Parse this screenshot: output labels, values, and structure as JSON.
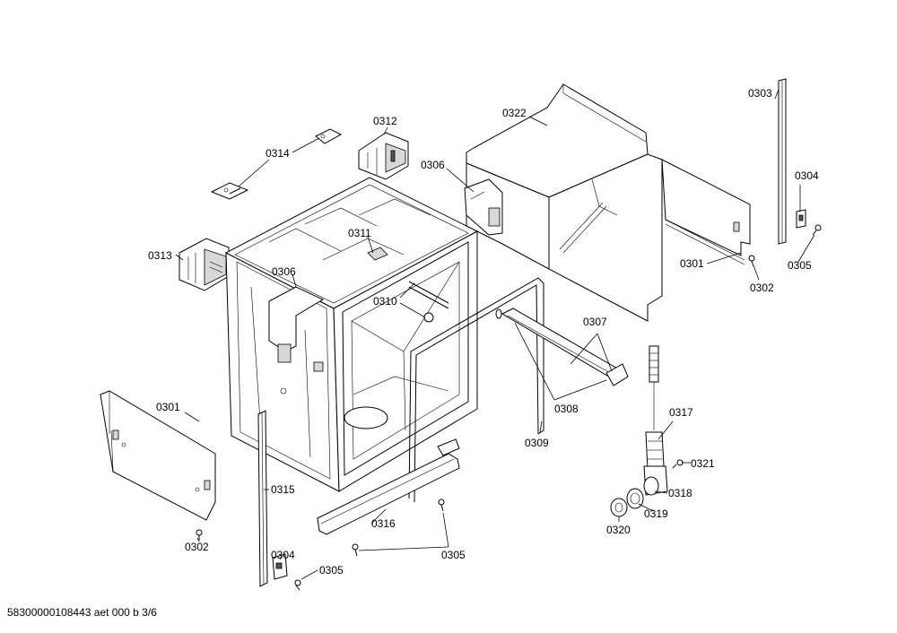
{
  "footer": {
    "doc_id": "58300000108443 aet 000 b 3/6"
  },
  "labels": {
    "l0303": "0303",
    "l0304a": "0304",
    "l0305a": "0305",
    "l0302a": "0302",
    "l0301a": "0301",
    "l0322": "0322",
    "l0312": "0312",
    "l0314": "0314",
    "l0306a": "0306",
    "l0311": "0311",
    "l0313": "0313",
    "l0306b": "0306",
    "l0310": "0310",
    "l0307": "0307",
    "l0308": "0308",
    "l0309": "0309",
    "l0317": "0317",
    "l0321": "0321",
    "l0318": "0318",
    "l0319": "0319",
    "l0320": "0320",
    "l0301b": "0301",
    "l0302b": "0302",
    "l0315": "0315",
    "l0316": "0316",
    "l0305b": "0305",
    "l0304b": "0304",
    "l0305c": "0305"
  }
}
